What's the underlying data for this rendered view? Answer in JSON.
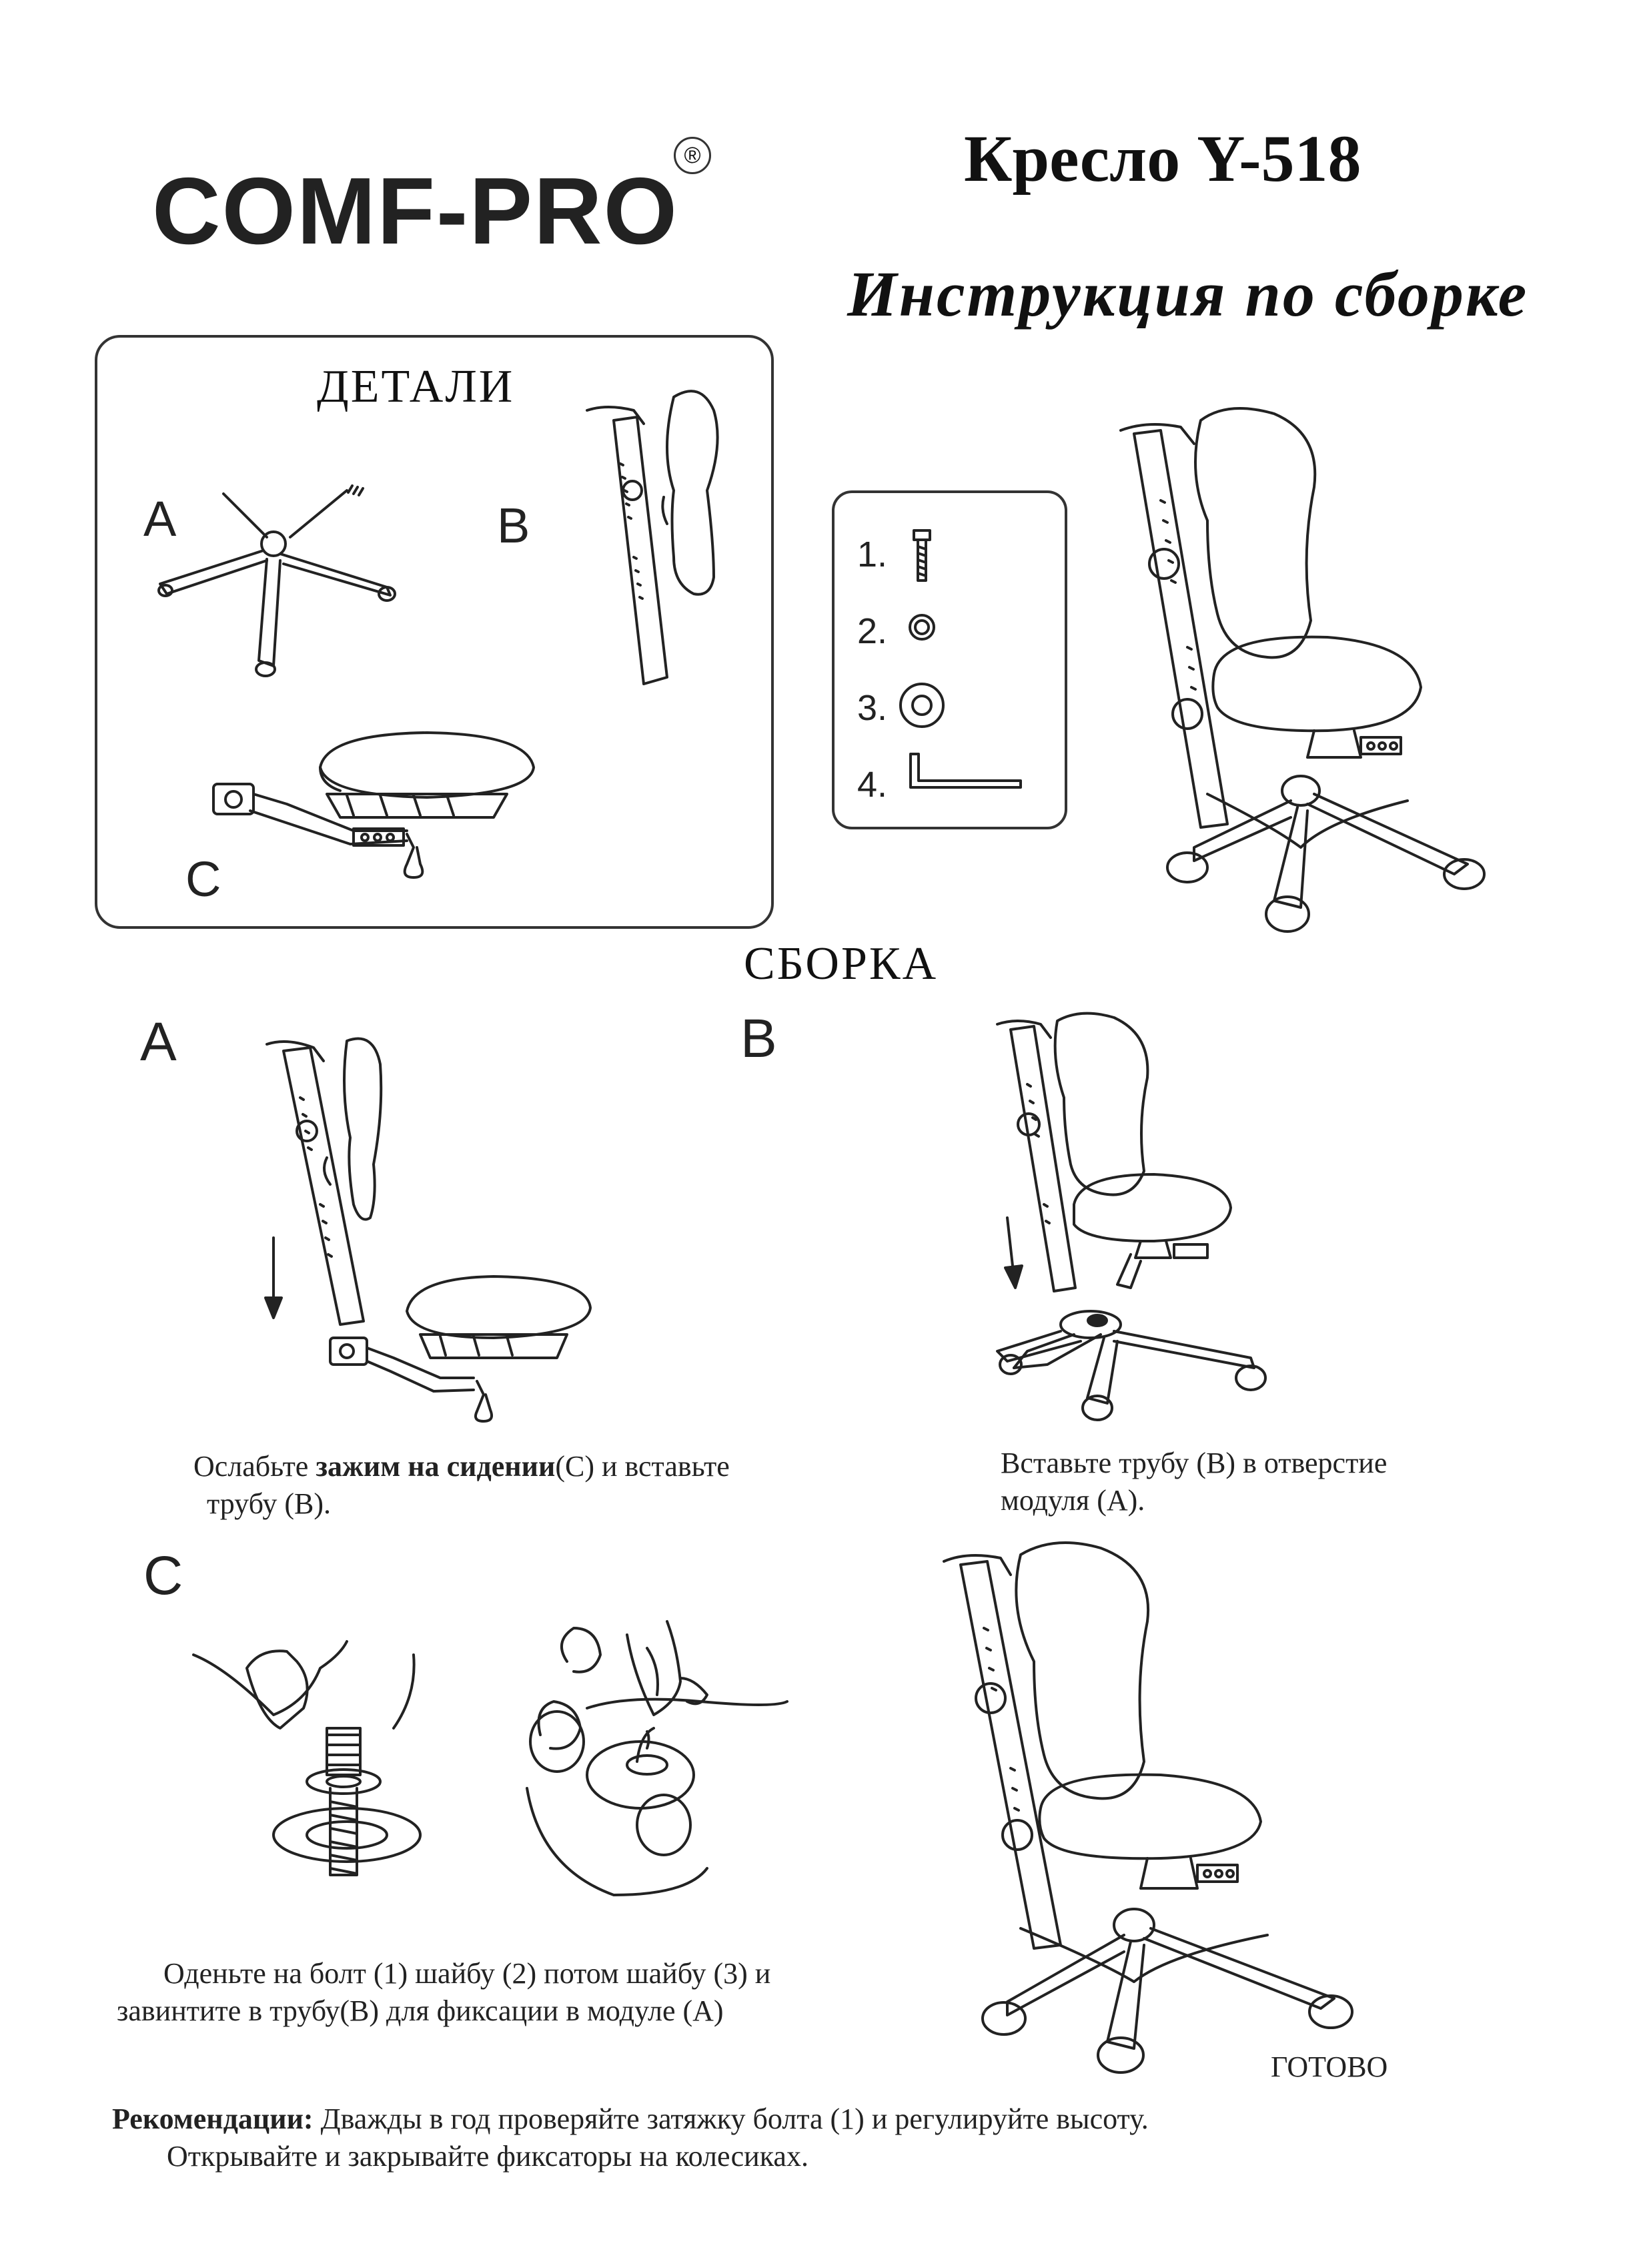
{
  "header": {
    "logo": "COMF-PRO",
    "registered": "®",
    "title": "Кресло Y-518",
    "subtitle": "Инструкция по сборке"
  },
  "parts": {
    "heading": "ДЕТАЛИ",
    "items": [
      {
        "letter": "A",
        "icon": "star-base-icon"
      },
      {
        "letter": "B",
        "icon": "backrest-tube-icon"
      },
      {
        "letter": "C",
        "icon": "seat-icon"
      }
    ]
  },
  "hardware": [
    {
      "label": "1.",
      "icon": "bolt-icon"
    },
    {
      "label": "2.",
      "icon": "small-washer-icon"
    },
    {
      "label": "3.",
      "icon": "large-washer-icon"
    },
    {
      "label": "4.",
      "icon": "hex-key-icon"
    }
  ],
  "assembly": {
    "heading": "СБОРКА",
    "steps": [
      {
        "letter": "A",
        "text_pre": "Ослабьте ",
        "text_bold": "зажим на сидении",
        "text_post": "(С) и вставьте",
        "text_line2": "трубу (В)."
      },
      {
        "letter": "B",
        "text_line1": "Вставьте трубу (В) в отверстие",
        "text_line2": "модуля (А)."
      },
      {
        "letter": "C",
        "text_line1": "Оденьте на болт (1) шайбу (2) потом шайбу (3) и",
        "text_line2": "завинтите   в   трубу(В) для фиксации в модуле (А)"
      }
    ],
    "done_label": "ГОТОВО"
  },
  "recommendations": {
    "label": "Рекомендации:",
    "line1": " Дважды в год проверяйте затяжку болта (1) и регулируйте высоту.",
    "line2": "Открывайте и закрывайте фиксаторы на колесиках."
  }
}
